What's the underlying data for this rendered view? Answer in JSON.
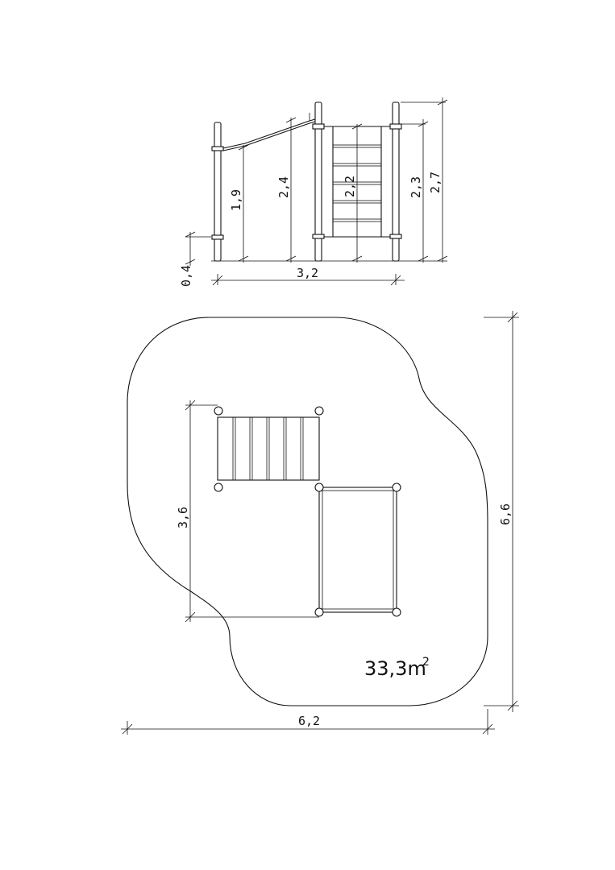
{
  "elevation_dimensions": {
    "base_offset": "0,4",
    "bar_height": "1,9",
    "overall_left": "2,4",
    "ladder_height": "2,2",
    "right_post_inner": "2,3",
    "right_post_total": "2,7",
    "width": "3,2"
  },
  "plan_dimensions": {
    "depth": "3,6",
    "total_height": "6,6",
    "total_width": "6,2"
  },
  "area": {
    "value": "33,3m",
    "exponent": "2"
  }
}
